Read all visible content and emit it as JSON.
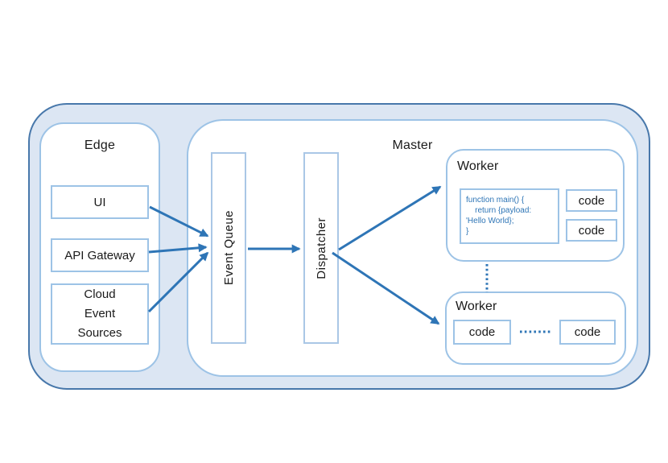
{
  "colors": {
    "arrow": "#2e75b6",
    "box_border": "#9dc3e6",
    "bar_border": "#aac7e6",
    "outer_fill": "#dce6f3",
    "outer_border": "#4878ab",
    "container_bg": "#ffffff",
    "code_text": "#2e75b6",
    "label_text": "#1a1a1a"
  },
  "edge": {
    "title": "Edge",
    "nodes": [
      {
        "label": "UI"
      },
      {
        "label": "API Gateway"
      },
      {
        "label": "Cloud Event Sources"
      }
    ]
  },
  "master": {
    "title": "Master",
    "event_queue_label": "Event Queue",
    "dispatcher_label": "Dispatcher",
    "workers": [
      {
        "title": "Worker",
        "code_snippet": "function main() {\n    return {payload:\n'Hello World};\n}",
        "code_boxes": [
          "code",
          "code"
        ]
      },
      {
        "title": "Worker",
        "code_boxes": [
          "code",
          "code"
        ]
      }
    ]
  },
  "connections": [
    {
      "from": "UI",
      "to": "Event Queue",
      "style": "arrow"
    },
    {
      "from": "API Gateway",
      "to": "Event Queue",
      "style": "arrow"
    },
    {
      "from": "Cloud Event Sources",
      "to": "Event Queue",
      "style": "arrow"
    },
    {
      "from": "Event Queue",
      "to": "Dispatcher",
      "style": "arrow"
    },
    {
      "from": "Dispatcher",
      "to": "Worker 1",
      "style": "arrow"
    },
    {
      "from": "Dispatcher",
      "to": "Worker 2",
      "style": "arrow"
    },
    {
      "from": "Worker 1",
      "to": "Worker 2",
      "style": "dotted"
    },
    {
      "from": "Worker 2 code",
      "to": "Worker 2 code",
      "style": "dotted"
    }
  ]
}
